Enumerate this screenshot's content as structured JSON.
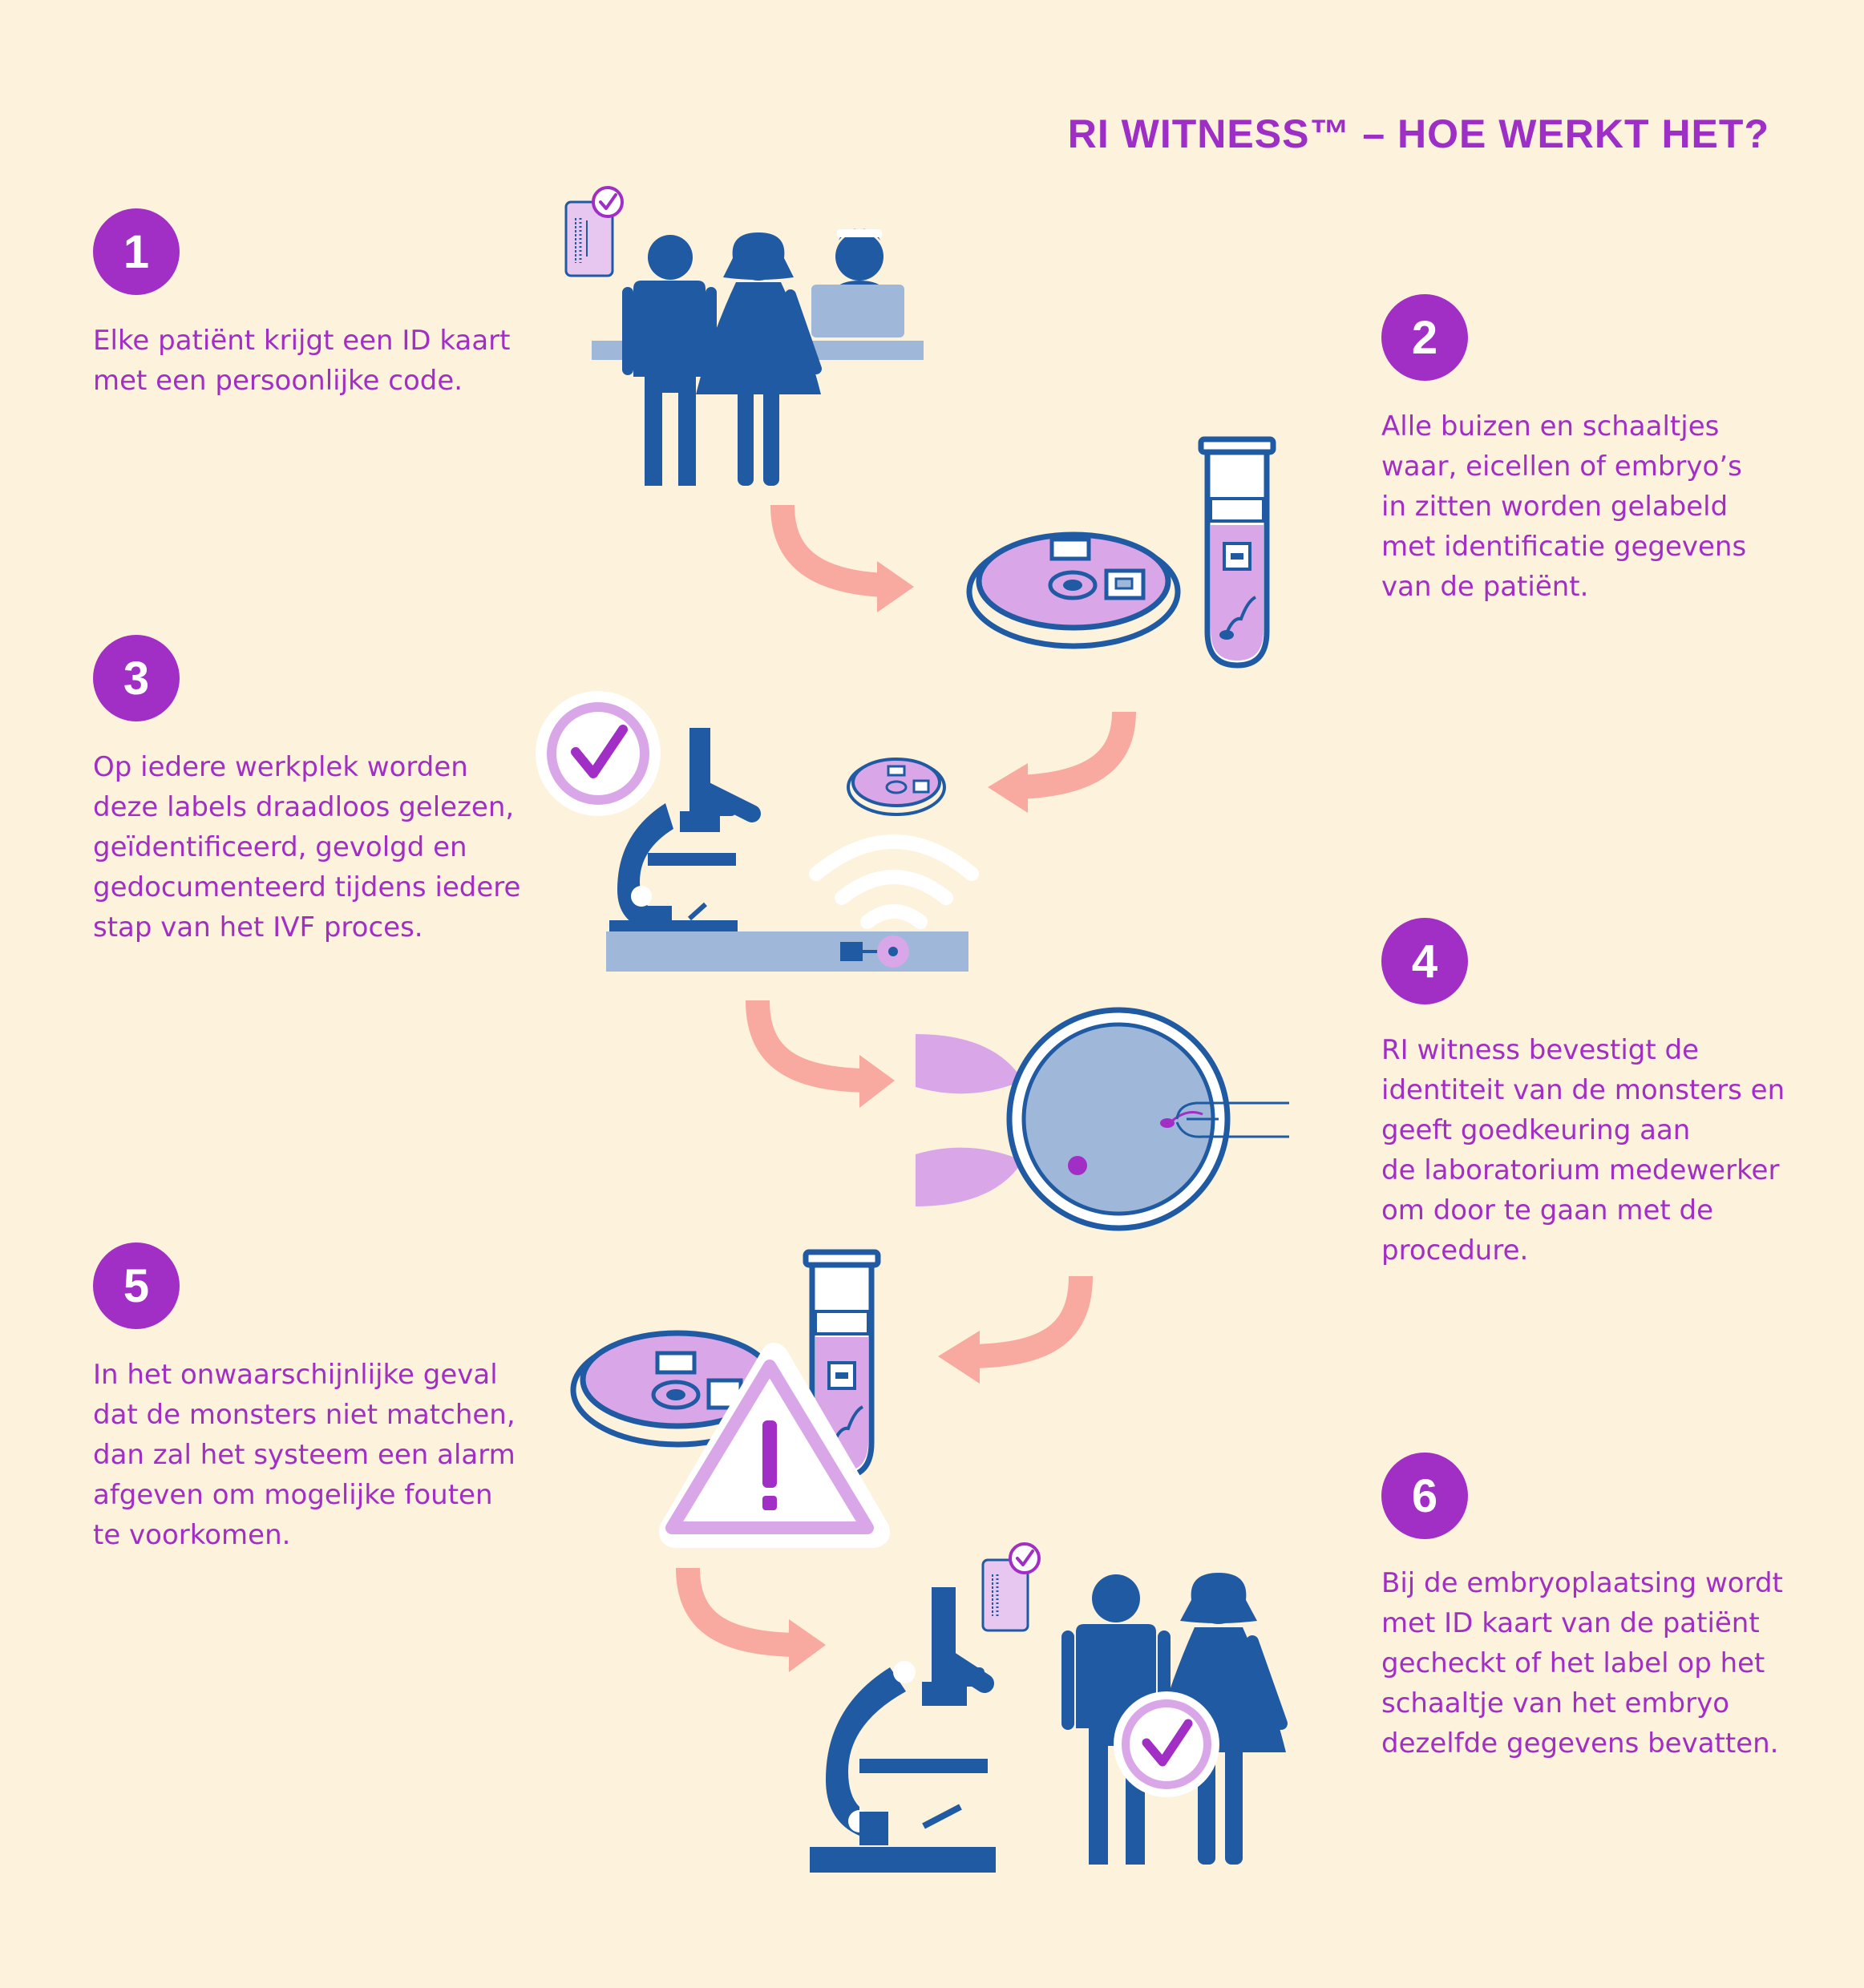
{
  "title": "RI WITNESS™ – HOE WERKT HET?",
  "colors": {
    "background": "#fdf2dc",
    "purple": "#a12ec5",
    "navy": "#1f5aa3",
    "light_blue": "#9fb7d9",
    "lavender": "#d9a6e8",
    "salmon": "#f8a9a0",
    "white": "#ffffff"
  },
  "steps": [
    {
      "number": "1",
      "lines": [
        "Elke patiënt krijgt een ID kaart",
        "met een persoonlijke code."
      ],
      "icon": "reception-desk-with-patients-and-id-card"
    },
    {
      "number": "2",
      "lines": [
        "Alle buizen en schaaltjes",
        "waar, eicellen of embryo’s",
        "in zitten worden gelabeld",
        "met identificatie gegevens",
        "van de patiënt."
      ],
      "icon": "labelled-petri-dish-and-test-tube"
    },
    {
      "number": "3",
      "lines": [
        "Op iedere werkplek worden",
        "deze labels draadloos gelezen,",
        "geïdentificeerd, gevolgd en",
        "gedocumenteerd tijdens iedere",
        "stap van het IVF proces."
      ],
      "icon": "microscope-with-wireless-reader"
    },
    {
      "number": "4",
      "lines": [
        "RI witness bevestigt de",
        "identiteit van de monsters en",
        "geeft goedkeuring aan",
        "de laboratorium medewerker",
        "om door te gaan met de",
        "procedure."
      ],
      "icon": "egg-cell-injection"
    },
    {
      "number": "5",
      "lines": [
        "In het onwaarschijnlijke geval",
        "dat de monsters niet matchen,",
        "dan zal het systeem een alarm",
        "afgeven om mogelijke fouten",
        "te voorkomen."
      ],
      "icon": "warning-alarm"
    },
    {
      "number": "6",
      "lines": [
        "Bij de embryoplaatsing wordt",
        "met ID kaart van de patiënt",
        "gecheckt of het label op het",
        "schaaltje van het embryo",
        "dezelfde gegevens bevatten."
      ],
      "icon": "microscope-and-patients-check"
    }
  ]
}
